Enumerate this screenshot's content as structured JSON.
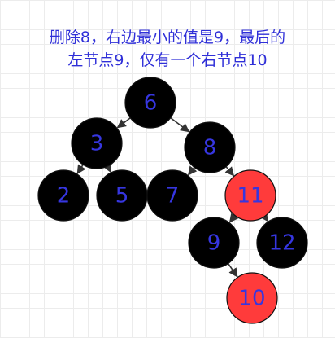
{
  "caption": {
    "line1": "删除8，右边最小的值是9，最后的",
    "line2": "左节点9，仅有一个右节点10"
  },
  "colors": {
    "black_node": "#000000",
    "red_node": "#ff3b3b",
    "label": "#3636e0",
    "edge": "#333333"
  },
  "tree": {
    "nodes": [
      {
        "id": "n6",
        "label": "6",
        "color": "black"
      },
      {
        "id": "n3",
        "label": "3",
        "color": "black"
      },
      {
        "id": "n8",
        "label": "8",
        "color": "black"
      },
      {
        "id": "n2",
        "label": "2",
        "color": "black"
      },
      {
        "id": "n5",
        "label": "5",
        "color": "black"
      },
      {
        "id": "n7",
        "label": "7",
        "color": "black"
      },
      {
        "id": "n11",
        "label": "11",
        "color": "red"
      },
      {
        "id": "n9",
        "label": "9",
        "color": "black"
      },
      {
        "id": "n12",
        "label": "12",
        "color": "black"
      },
      {
        "id": "n10",
        "label": "10",
        "color": "red"
      }
    ],
    "edges": [
      {
        "from": "n6",
        "to": "n3"
      },
      {
        "from": "n6",
        "to": "n8"
      },
      {
        "from": "n3",
        "to": "n2"
      },
      {
        "from": "n3",
        "to": "n5"
      },
      {
        "from": "n8",
        "to": "n7"
      },
      {
        "from": "n8",
        "to": "n11"
      },
      {
        "from": "n11",
        "to": "n9"
      },
      {
        "from": "n11",
        "to": "n12"
      },
      {
        "from": "n9",
        "to": "n10"
      }
    ]
  }
}
